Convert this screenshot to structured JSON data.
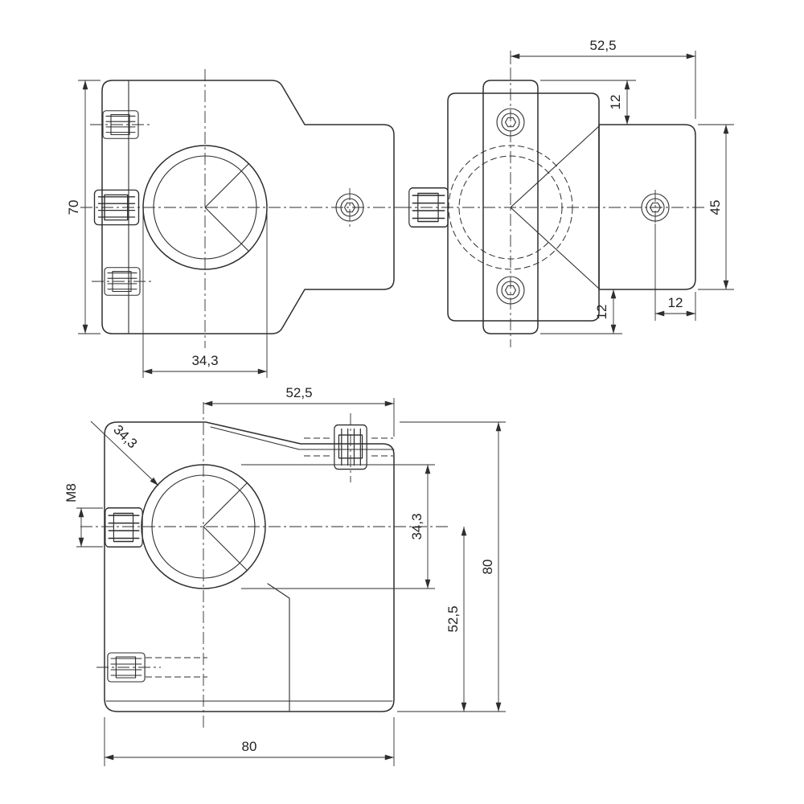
{
  "views": {
    "front": {
      "dims": {
        "overall_height": "70",
        "bore_diameter": "34,3"
      }
    },
    "side": {
      "dims": {
        "arm_length_from_center": "52,5",
        "top_offset": "12",
        "arm_height": "45",
        "bottom_offset": "12",
        "screw_edge_distance": "12"
      }
    },
    "top": {
      "dims": {
        "arm_length_from_center": "52,5",
        "bore_diameter_leader": "34,3",
        "clamp_thread": "M8",
        "bore_diameter": "34,3",
        "center_to_base": "52,5",
        "overall_height": "80",
        "overall_width": "80"
      }
    }
  }
}
